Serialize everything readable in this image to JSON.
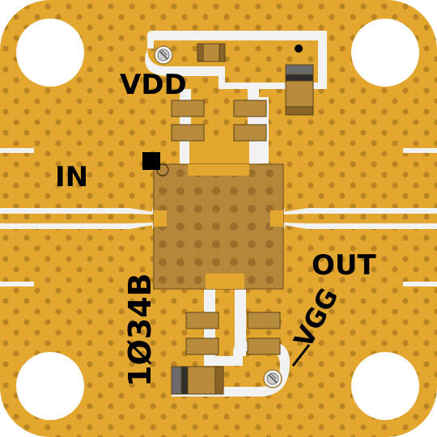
{
  "labels": {
    "vdd": "VDD",
    "in": "IN",
    "out": "OUT",
    "vgg": "VGG",
    "part_number": "1Ø34B"
  },
  "colors": {
    "board_gold": "#E3A72F",
    "via": "#B88522",
    "clearance": "#F2F2F2",
    "chip": "#B5873A",
    "chip_via": "#96692A",
    "component": "#B88A3C",
    "component_dark": "#555555",
    "silkscreen": "#000000",
    "hole": "#FFFFFF"
  },
  "icons": {
    "screw_vdd": "screw-icon",
    "screw_vgg": "screw-icon",
    "pin1_marker": "pin1-square-icon"
  }
}
